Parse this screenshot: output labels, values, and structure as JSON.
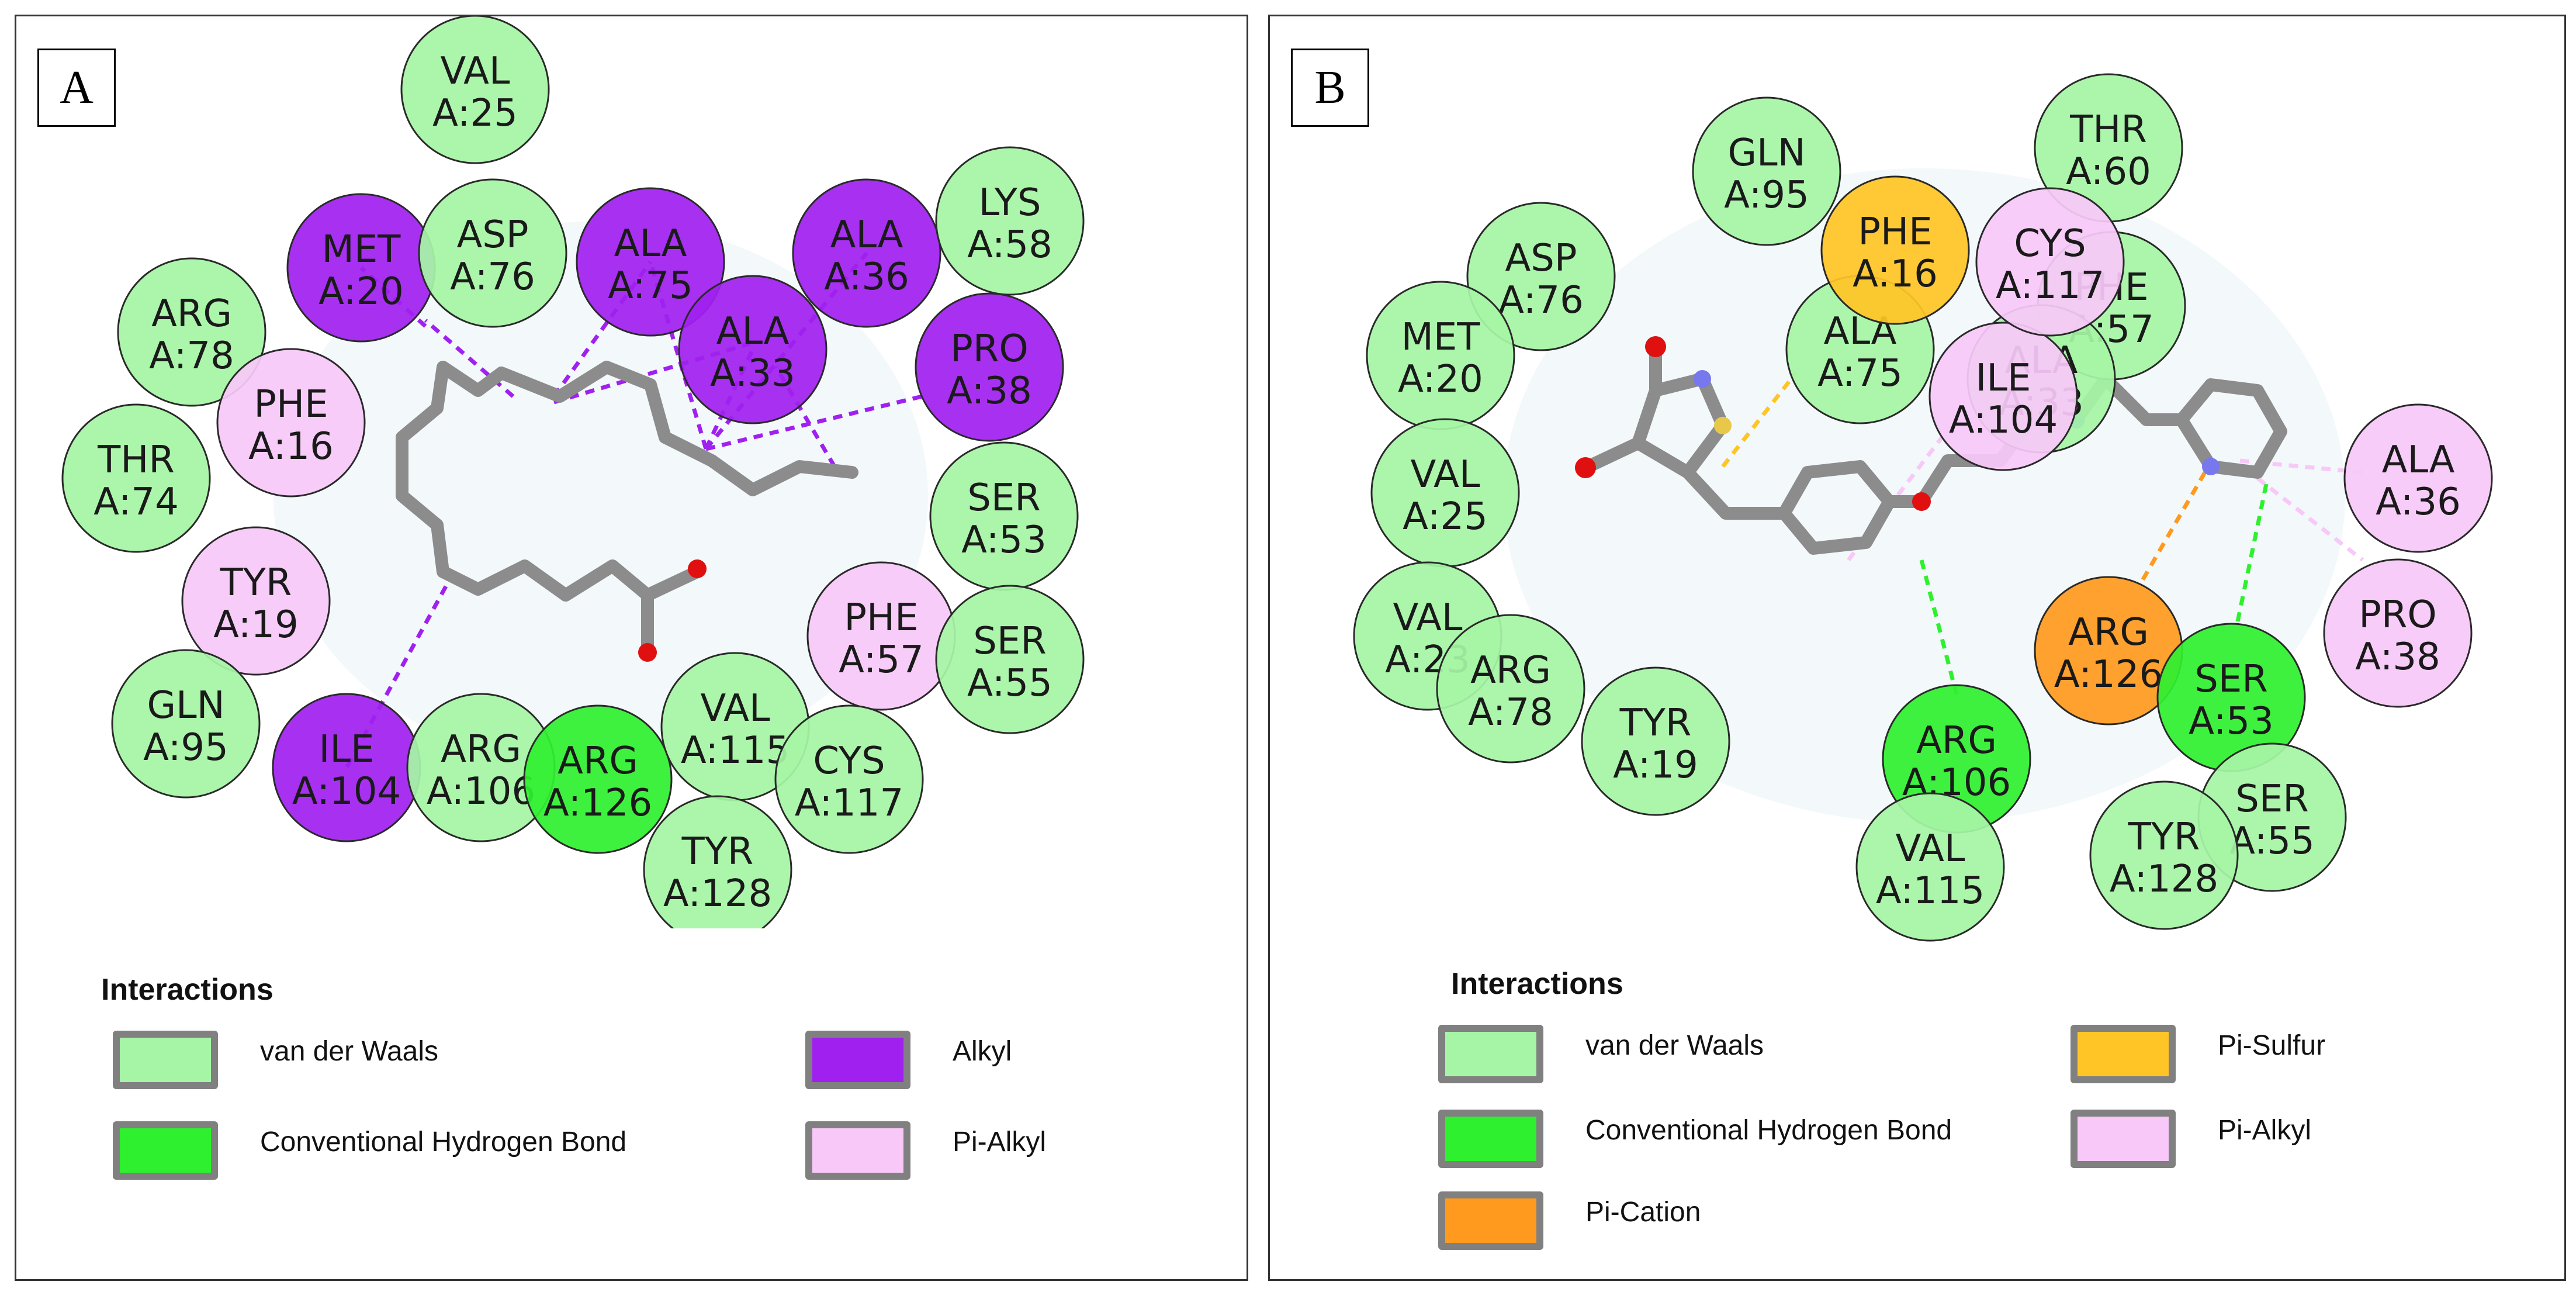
{
  "colors": {
    "van_der_waals": "#a6f5a6",
    "conventional_hydrogen_bond": "#2ff02f",
    "alkyl": "#a020f0",
    "pi_alkyl": "#f8c8f8",
    "pi_sulfur": "#ffc526",
    "pi_cation": "#ff9a1e",
    "bond_gray": "#8c8c8c",
    "oxygen_red": "#e01010",
    "nitrogen_blue": "#7777ee",
    "sulfur_yellow": "#e8c84a"
  },
  "panels": [
    {
      "id": "A",
      "letter": "A",
      "legend_title": "Interactions",
      "legend": [
        {
          "label": "van der Waals",
          "type": "van_der_waals"
        },
        {
          "label": "Alkyl",
          "type": "alkyl"
        },
        {
          "label": "Conventional Hydrogen Bond",
          "type": "conventional_hydrogen_bond"
        },
        {
          "label": "Pi-Alkyl",
          "type": "pi_alkyl"
        }
      ],
      "residues": [
        {
          "name": "VAL",
          "id": "A:25",
          "type": "van_der_waals"
        },
        {
          "name": "MET",
          "id": "A:20",
          "type": "alkyl"
        },
        {
          "name": "ASP",
          "id": "A:76",
          "type": "van_der_waals"
        },
        {
          "name": "ALA",
          "id": "A:75",
          "type": "alkyl"
        },
        {
          "name": "ALA",
          "id": "A:36",
          "type": "alkyl"
        },
        {
          "name": "LYS",
          "id": "A:58",
          "type": "van_der_waals"
        },
        {
          "name": "ARG",
          "id": "A:78",
          "type": "van_der_waals"
        },
        {
          "name": "ALA",
          "id": "A:33",
          "type": "alkyl"
        },
        {
          "name": "PRO",
          "id": "A:38",
          "type": "alkyl"
        },
        {
          "name": "PHE",
          "id": "A:16",
          "type": "pi_alkyl"
        },
        {
          "name": "THR",
          "id": "A:74",
          "type": "van_der_waals"
        },
        {
          "name": "SER",
          "id": "A:53",
          "type": "van_der_waals"
        },
        {
          "name": "TYR",
          "id": "A:19",
          "type": "pi_alkyl"
        },
        {
          "name": "PHE",
          "id": "A:57",
          "type": "pi_alkyl"
        },
        {
          "name": "SER",
          "id": "A:55",
          "type": "van_der_waals"
        },
        {
          "name": "GLN",
          "id": "A:95",
          "type": "van_der_waals"
        },
        {
          "name": "ILE",
          "id": "A:104",
          "type": "alkyl"
        },
        {
          "name": "ARG",
          "id": "A:106",
          "type": "van_der_waals"
        },
        {
          "name": "ARG",
          "id": "A:126",
          "type": "conventional_hydrogen_bond"
        },
        {
          "name": "VAL",
          "id": "A:115",
          "type": "van_der_waals"
        },
        {
          "name": "CYS",
          "id": "A:117",
          "type": "van_der_waals"
        },
        {
          "name": "TYR",
          "id": "A:128",
          "type": "van_der_waals"
        }
      ]
    },
    {
      "id": "B",
      "letter": "B",
      "legend_title": "Interactions",
      "legend": [
        {
          "label": "van der Waals",
          "type": "van_der_waals"
        },
        {
          "label": "Pi-Sulfur",
          "type": "pi_sulfur"
        },
        {
          "label": "Conventional Hydrogen Bond",
          "type": "conventional_hydrogen_bond"
        },
        {
          "label": "Pi-Alkyl",
          "type": "pi_alkyl"
        },
        {
          "label": "Pi-Cation",
          "type": "pi_cation"
        }
      ],
      "residues": [
        {
          "name": "GLN",
          "id": "A:95",
          "type": "van_der_waals"
        },
        {
          "name": "THR",
          "id": "A:60",
          "type": "van_der_waals"
        },
        {
          "name": "ASP",
          "id": "A:76",
          "type": "van_der_waals"
        },
        {
          "name": "MET",
          "id": "A:20",
          "type": "van_der_waals"
        },
        {
          "name": "ALA",
          "id": "A:75",
          "type": "van_der_waals"
        },
        {
          "name": "PHE",
          "id": "A:57",
          "type": "van_der_waals"
        },
        {
          "name": "ALA",
          "id": "A:33",
          "type": "van_der_waals"
        },
        {
          "name": "ILE",
          "id": "A:104",
          "type": "pi_alkyl"
        },
        {
          "name": "CYS",
          "id": "A:117",
          "type": "pi_alkyl"
        },
        {
          "name": "PHE",
          "id": "A:16",
          "type": "pi_sulfur"
        },
        {
          "name": "VAL",
          "id": "A:25",
          "type": "van_der_waals"
        },
        {
          "name": "ALA",
          "id": "A:36",
          "type": "pi_alkyl"
        },
        {
          "name": "VAL",
          "id": "A:23",
          "type": "van_der_waals"
        },
        {
          "name": "ARG",
          "id": "A:78",
          "type": "van_der_waals"
        },
        {
          "name": "TYR",
          "id": "A:19",
          "type": "van_der_waals"
        },
        {
          "name": "ARG",
          "id": "A:126",
          "type": "pi_cation"
        },
        {
          "name": "PRO",
          "id": "A:38",
          "type": "pi_alkyl"
        },
        {
          "name": "SER",
          "id": "A:53",
          "type": "conventional_hydrogen_bond"
        },
        {
          "name": "ARG",
          "id": "A:106",
          "type": "conventional_hydrogen_bond"
        },
        {
          "name": "SER",
          "id": "A:55",
          "type": "van_der_waals"
        },
        {
          "name": "TYR",
          "id": "A:128",
          "type": "van_der_waals"
        },
        {
          "name": "VAL",
          "id": "A:115",
          "type": "van_der_waals"
        }
      ]
    }
  ]
}
